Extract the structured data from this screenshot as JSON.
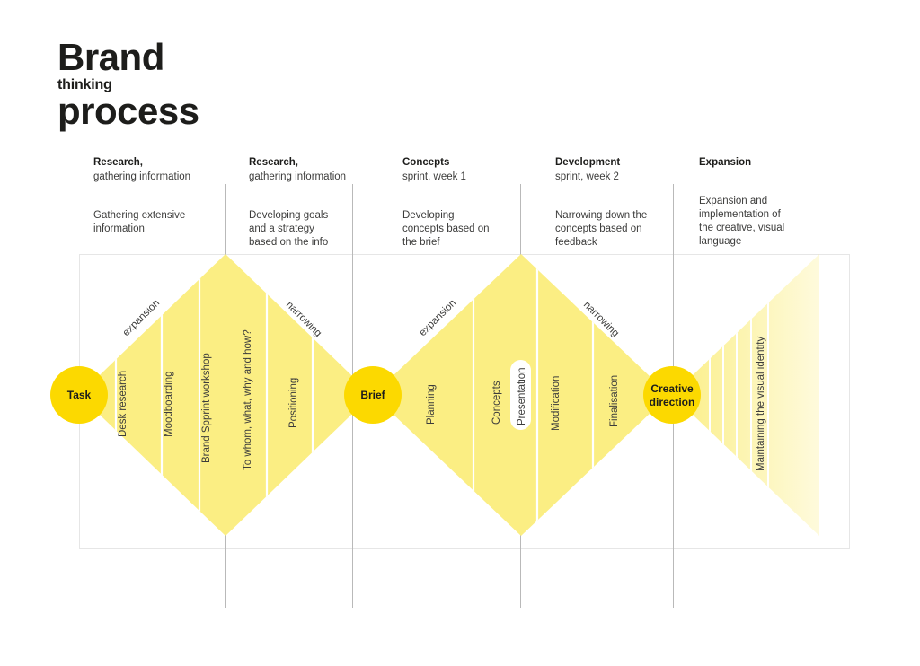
{
  "title": {
    "line1": "Brand",
    "line2": "thinking",
    "line3": "process"
  },
  "colors": {
    "node": "#FCD900",
    "diamond": "#FBEE83",
    "grid": "#E3E3E3",
    "column_rule": "#B9B9B9",
    "text": "#1d1d1b",
    "text_muted": "#3c3c3b",
    "pill": "#FFFFFF"
  },
  "columns": [
    {
      "title": "Research,",
      "subtitle": "gathering information",
      "description": "Gathering extensive\ninformation"
    },
    {
      "title": "Research,",
      "subtitle": "gathering information",
      "description": "Developing goals\nand a strategy\nbased on the info"
    },
    {
      "title": "Concepts",
      "subtitle": "sprint, week 1",
      "description": "Developing\nconcepts based on\nthe brief"
    },
    {
      "title": "Development",
      "subtitle": "sprint, week 2",
      "description": "Narrowing down the\nconcepts based on\nfeedback"
    },
    {
      "title": "Expansion",
      "subtitle": "",
      "description": "Expansion and\nimplementation of\nthe creative, visual\nlanguage"
    }
  ],
  "nodes": [
    {
      "id": "task",
      "label": "Task",
      "lines": [
        "Task"
      ]
    },
    {
      "id": "brief",
      "label": "Brief",
      "lines": [
        "Brief"
      ]
    },
    {
      "id": "creative-direction",
      "label": "Creative direction",
      "lines": [
        "Creative",
        "direction"
      ]
    }
  ],
  "flow_labels": [
    {
      "id": "expansion-1",
      "text": "expansion"
    },
    {
      "id": "narrowing-1",
      "text": "narrowing"
    },
    {
      "id": "expansion-2",
      "text": "expansion"
    },
    {
      "id": "narrowing-2",
      "text": "narrowing"
    }
  ],
  "diamond_one_steps": [
    "Desk research",
    "Moodboarding",
    "Brand Spprint workshop",
    "To whom, what, why and how?",
    "Positioning"
  ],
  "diamond_two_steps": [
    "Planning",
    "Concepts",
    "Presentation",
    "Modification",
    "Finalisation"
  ],
  "expansion_steps": [
    "Maintaining the visual identity"
  ],
  "highlight_step": "Presentation"
}
